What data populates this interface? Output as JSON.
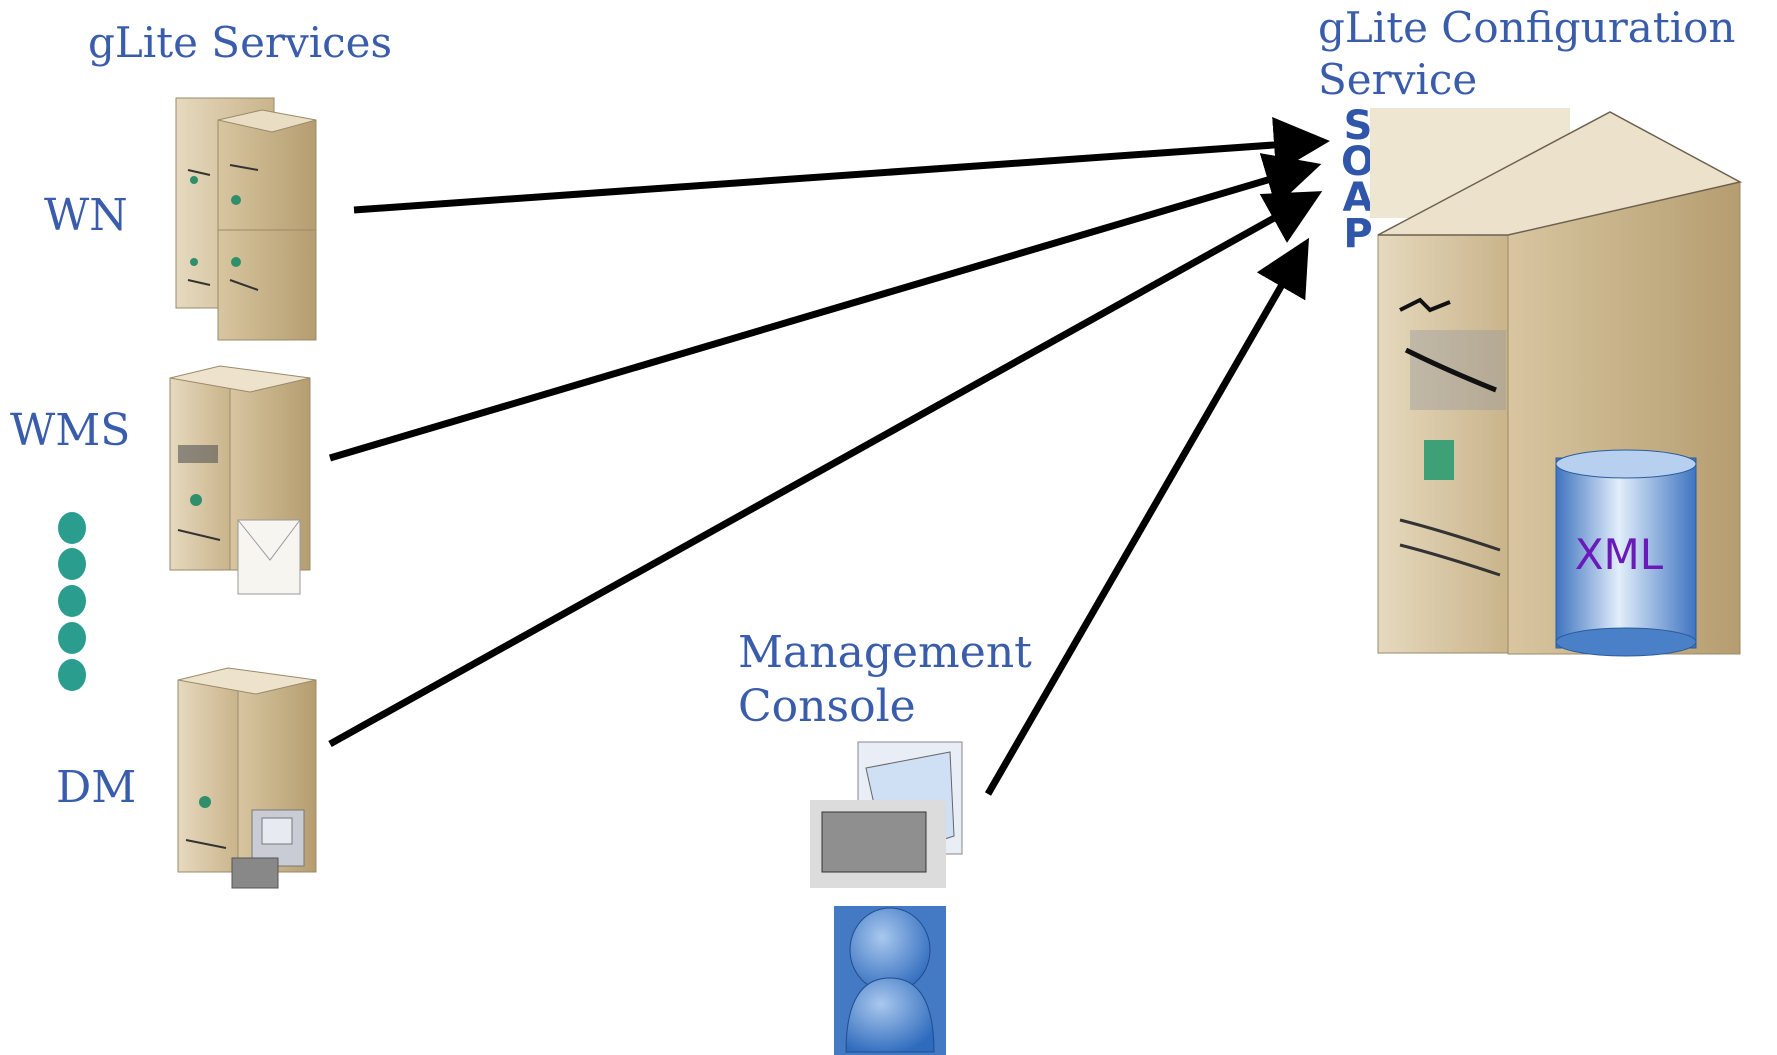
{
  "title": "gLite Services",
  "config_service": {
    "title": "gLite Configuration\nService",
    "protocol_letters": [
      "S",
      "O",
      "A",
      "P"
    ],
    "storage_label": "XML"
  },
  "services": [
    {
      "label": "WN"
    },
    {
      "label": "WMS"
    },
    {
      "label": "DM"
    }
  ],
  "console": {
    "label": "Management\nConsole"
  },
  "colors": {
    "label": "#3a5dab",
    "soap": "#2f56a8",
    "xml": "#6a1ab8",
    "dots": "#2a9d8f",
    "server": "#cbb58f",
    "cylinder": "#5b8fd0",
    "user": "#3d78c4"
  }
}
